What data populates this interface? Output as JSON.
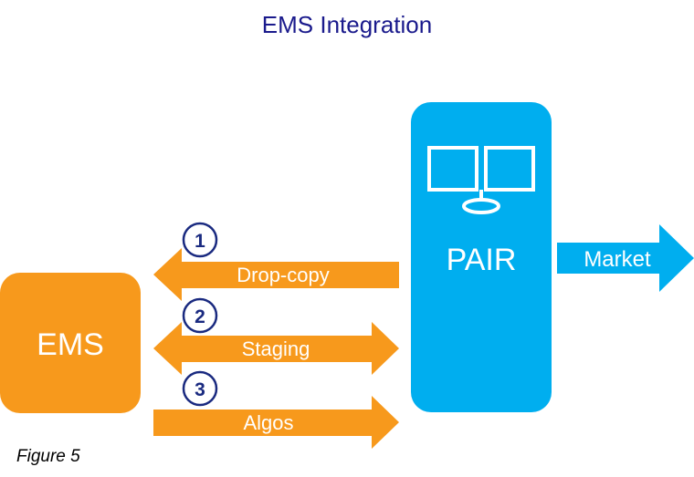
{
  "title": "EMS Integration",
  "caption": "Figure 5",
  "nodes": {
    "ems": {
      "label": "EMS"
    },
    "pair": {
      "label": "PAIR",
      "icon": "dual-monitor-icon"
    },
    "market": {
      "label": "Market"
    }
  },
  "flows": [
    {
      "step": "1",
      "label": "Drop-copy",
      "direction": "PAIR to EMS"
    },
    {
      "step": "2",
      "label": "Staging",
      "direction": "bidirectional"
    },
    {
      "step": "3",
      "label": "Algos",
      "direction": "EMS to PAIR"
    }
  ],
  "colors": {
    "title": "#1a1a8c",
    "orange": "#f7991c",
    "blue": "#00aeef",
    "white": "#ffffff",
    "step_circle_border": "#1a2a80",
    "step_text": "#1a2a80",
    "caption": "#000000"
  }
}
